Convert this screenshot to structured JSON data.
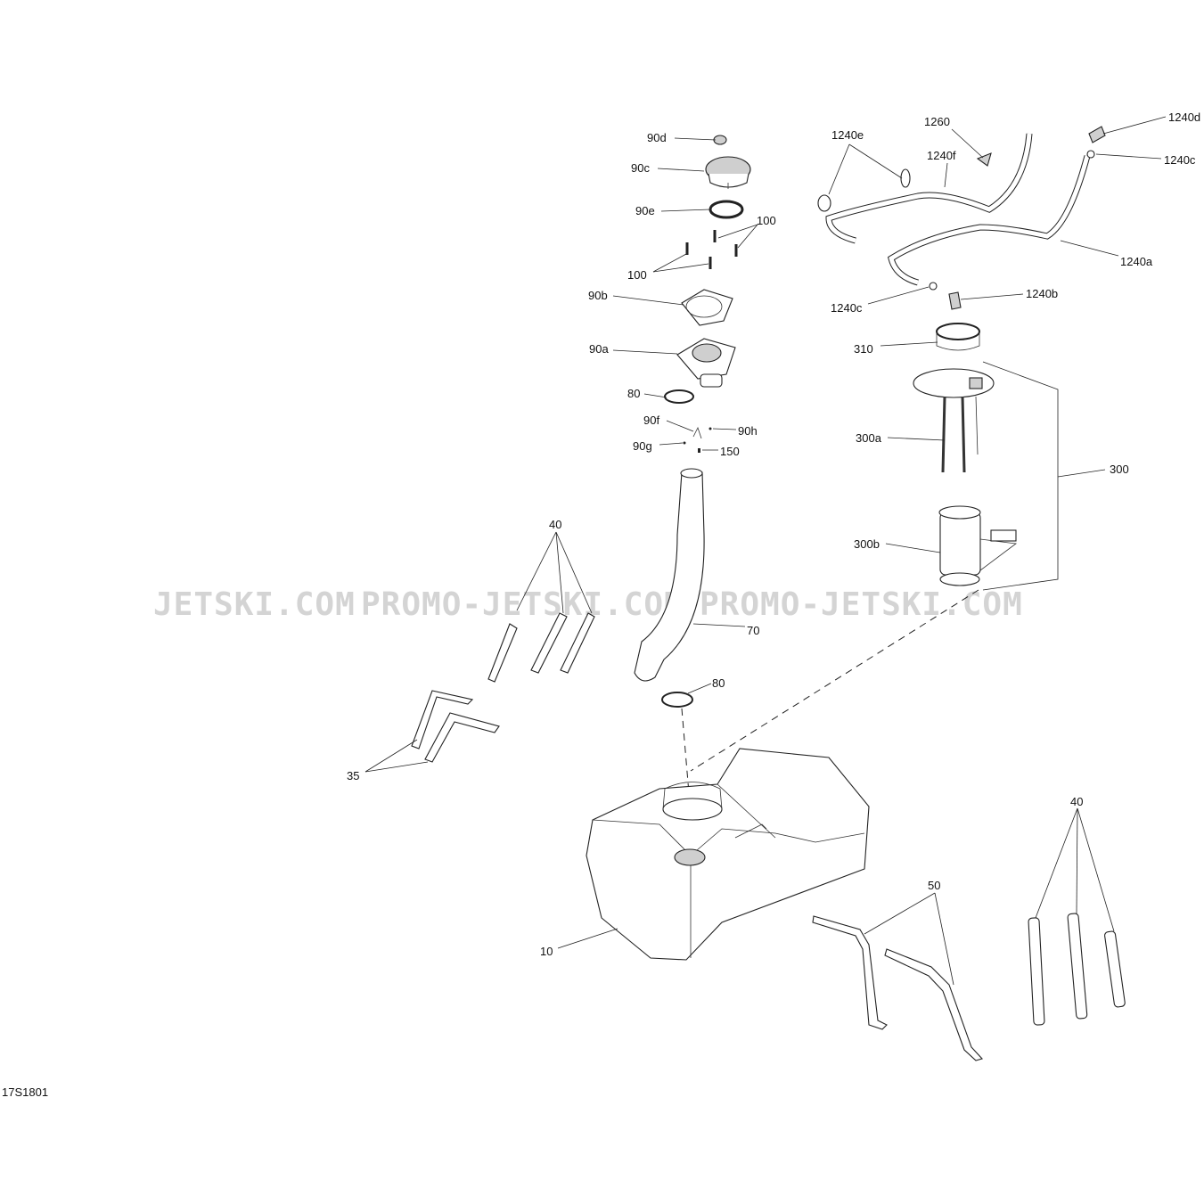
{
  "diagram_id": "17S1801",
  "watermark": [
    "JETSKI.COM",
    "PROMO-JETSKI.COM",
    "PROMO-JETSKI.COM"
  ],
  "labels": {
    "p90d": "90d",
    "p90c": "90c",
    "p90e": "90e",
    "p100a": "100",
    "p100b": "100",
    "p90b": "90b",
    "p90a": "90a",
    "p80a": "80",
    "p90f": "90f",
    "p90h": "90h",
    "p90g": "90g",
    "p150": "150",
    "p1240e": "1240e",
    "p1260": "1260",
    "p1240f": "1240f",
    "p1240d": "1240d",
    "p1240c_top": "1240c",
    "p1240a": "1240a",
    "p1240c_low": "1240c",
    "p1240b": "1240b",
    "p310": "310",
    "p300a": "300a",
    "p300": "300",
    "p300b": "300b",
    "p70": "70",
    "p80b": "80",
    "p40_left": "40",
    "p35": "35",
    "p10": "10",
    "p50": "50",
    "p40_right": "40"
  }
}
